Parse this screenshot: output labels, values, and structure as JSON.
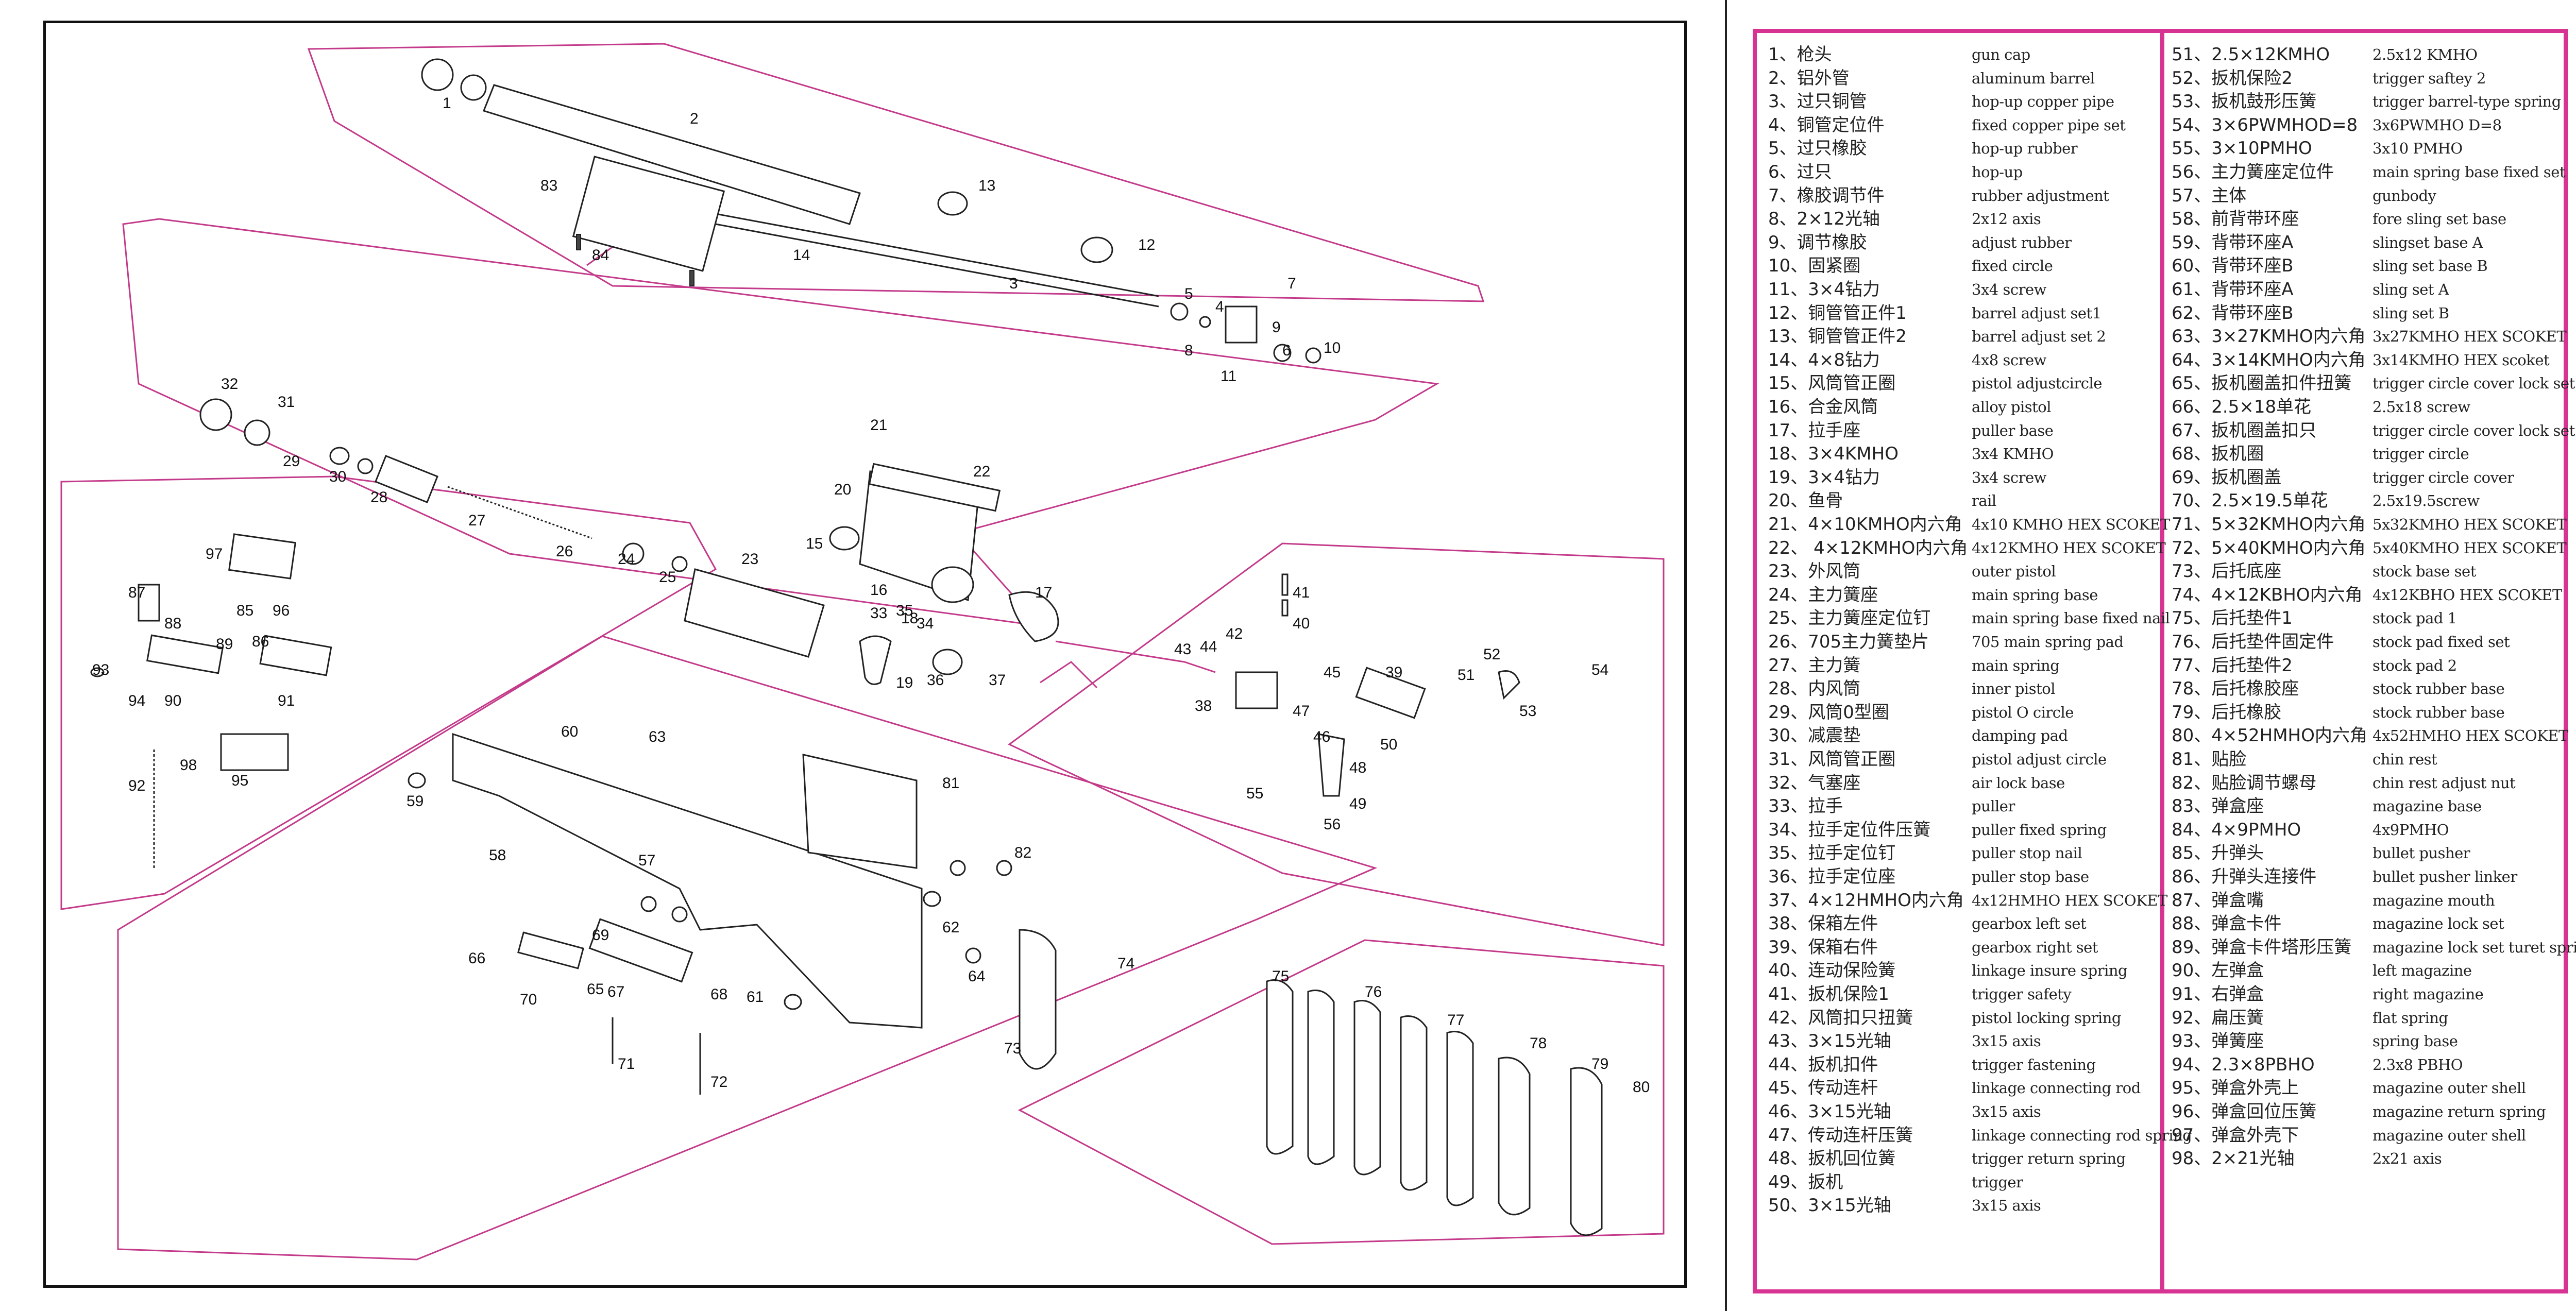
{
  "parts": [
    {
      "num": "1",
      "cn": "1、枪头",
      "en": "gun cap"
    },
    {
      "num": "2",
      "cn": "2、铝外管",
      "en": "aluminum barrel"
    },
    {
      "num": "3",
      "cn": "3、过只铜管",
      "en": "hop-up copper pipe"
    },
    {
      "num": "4",
      "cn": "4、铜管定位件",
      "en": "fixed copper pipe set"
    },
    {
      "num": "5",
      "cn": "5、过只橡胶",
      "en": "hop-up rubber"
    },
    {
      "num": "6",
      "cn": "6、过只",
      "en": "hop-up"
    },
    {
      "num": "7",
      "cn": "7、橡胶调节件",
      "en": "rubber adjustment"
    },
    {
      "num": "8",
      "cn": "8、2×12光轴",
      "en": "2x12 axis"
    },
    {
      "num": "9",
      "cn": "9、调节橡胶",
      "en": "adjust rubber"
    },
    {
      "num": "10",
      "cn": "10、固紧圈",
      "en": "fixed circle"
    },
    {
      "num": "11",
      "cn": "11、3×4钻力",
      "en": "3x4 screw"
    },
    {
      "num": "12",
      "cn": "12、铜管管正件1",
      "en": "barrel adjust set1"
    },
    {
      "num": "13",
      "cn": "13、铜管管正件2",
      "en": "barrel adjust set 2"
    },
    {
      "num": "14",
      "cn": "14、4×8钻力",
      "en": "4x8 screw"
    },
    {
      "num": "15",
      "cn": "15、风筒管正圈",
      "en": "pistol adjustcircle"
    },
    {
      "num": "16",
      "cn": "16、合金风筒",
      "en": "alloy pistol"
    },
    {
      "num": "17",
      "cn": "17、拉手座",
      "en": "puller base"
    },
    {
      "num": "18",
      "cn": "18、3×4KMHO",
      "en": "3x4 KMHO"
    },
    {
      "num": "19",
      "cn": "19、3×4钻力",
      "en": "3x4 screw"
    },
    {
      "num": "20",
      "cn": "20、鱼骨",
      "en": "rail"
    },
    {
      "num": "21",
      "cn": "21、4×10KMHO内六角",
      "en": "4x10 KMHO HEX SCOKET"
    },
    {
      "num": "22",
      "cn": "22、 4×12KMHO内六角",
      "en": "4x12KMHO HEX SCOKET"
    },
    {
      "num": "23",
      "cn": "23、外风筒",
      "en": "outer pistol"
    },
    {
      "num": "24",
      "cn": "24、主力簧座",
      "en": "main spring base"
    },
    {
      "num": "25",
      "cn": "25、主力簧座定位钉",
      "en": "main spring base fixed nail"
    },
    {
      "num": "26",
      "cn": "26、705主力簧垫片",
      "en": "705 main spring pad"
    },
    {
      "num": "27",
      "cn": "27、主力簧",
      "en": "main spring"
    },
    {
      "num": "28",
      "cn": "28、内风筒",
      "en": "inner pistol"
    },
    {
      "num": "29",
      "cn": "29、风筒0型圈",
      "en": "pistol O circle"
    },
    {
      "num": "30",
      "cn": "30、减震垫",
      "en": "damping pad"
    },
    {
      "num": "31",
      "cn": "31、风筒管正圈",
      "en": "pistol adjust circle"
    },
    {
      "num": "32",
      "cn": "32、气塞座",
      "en": "air lock base"
    },
    {
      "num": "33",
      "cn": "33、拉手",
      "en": "puller"
    },
    {
      "num": "34",
      "cn": "34、拉手定位件压簧",
      "en": "puller fixed spring"
    },
    {
      "num": "35",
      "cn": "35、拉手定位钉",
      "en": "puller stop nail"
    },
    {
      "num": "36",
      "cn": "36、拉手定位座",
      "en": "puller stop base"
    },
    {
      "num": "37",
      "cn": "37、4×12HMHO内六角",
      "en": "4x12HMHO HEX SCOKET"
    },
    {
      "num": "38",
      "cn": "38、保箱左件",
      "en": "gearbox left set"
    },
    {
      "num": "39",
      "cn": "39、保箱右件",
      "en": "gearbox right set"
    },
    {
      "num": "40",
      "cn": "40、连动保险簧",
      "en": "linkage insure spring"
    },
    {
      "num": "41",
      "cn": "41、扳机保险1",
      "en": "trigger safety"
    },
    {
      "num": "42",
      "cn": "42、风筒扣只扭簧",
      "en": "pistol locking spring"
    },
    {
      "num": "43",
      "cn": "43、3×15光轴",
      "en": "3x15 axis"
    },
    {
      "num": "44",
      "cn": "44、扳机扣件",
      "en": "trigger fastening"
    },
    {
      "num": "45",
      "cn": "45、传动连杆",
      "en": "linkage connecting rod"
    },
    {
      "num": "46",
      "cn": "46、3×15光轴",
      "en": "3x15 axis"
    },
    {
      "num": "47",
      "cn": "47、传动连杆压簧",
      "en": "linkage connecting rod spring"
    },
    {
      "num": "48",
      "cn": "48、扳机回位簧",
      "en": "trigger return spring"
    },
    {
      "num": "49",
      "cn": "49、扳机",
      "en": "trigger"
    },
    {
      "num": "50",
      "cn": "50、3×15光轴",
      "en": "3x15 axis"
    },
    {
      "num": "51",
      "cn": "51、2.5×12KMHO",
      "en": "2.5x12 KMHO"
    },
    {
      "num": "52",
      "cn": "52、扳机保险2",
      "en": "trigger saftey 2"
    },
    {
      "num": "53",
      "cn": "53、扳机鼓形压簧",
      "en": "trigger barrel-type spring"
    },
    {
      "num": "54",
      "cn": "54、3×6PWMHOD=8",
      "en": "3x6PWMHO D=8"
    },
    {
      "num": "55",
      "cn": "55、3×10PMHO",
      "en": "3x10 PMHO"
    },
    {
      "num": "56",
      "cn": "56、主力簧座定位件",
      "en": "main spring base fixed set"
    },
    {
      "num": "57",
      "cn": "57、主体",
      "en": "gunbody"
    },
    {
      "num": "58",
      "cn": "58、前背带环座",
      "en": "fore sling set base"
    },
    {
      "num": "59",
      "cn": "59、背带环座A",
      "en": "slingset base A"
    },
    {
      "num": "60",
      "cn": "60、背带环座B",
      "en": "sling set base B"
    },
    {
      "num": "61",
      "cn": "61、背带环座A",
      "en": "sling set A"
    },
    {
      "num": "62",
      "cn": "62、背带环座B",
      "en": "sling set B"
    },
    {
      "num": "63",
      "cn": "63、3×27KMHO内六角",
      "en": "3x27KMHO HEX SCOKET"
    },
    {
      "num": "64",
      "cn": "64、3×14KMHO内六角",
      "en": "3x14KMHO HEX scoket"
    },
    {
      "num": "65",
      "cn": "65、扳机圈盖扣件扭簧",
      "en": "trigger circle cover lock set spring"
    },
    {
      "num": "66",
      "cn": "66、2.5×18单花",
      "en": "2.5x18 screw"
    },
    {
      "num": "67",
      "cn": "67、扳机圈盖扣只",
      "en": "trigger circle cover lock set spring"
    },
    {
      "num": "68",
      "cn": "68、扳机圈",
      "en": "trigger circle"
    },
    {
      "num": "69",
      "cn": "69、扳机圈盖",
      "en": "trigger circle cover"
    },
    {
      "num": "70",
      "cn": "70、2.5×19.5单花",
      "en": "2.5x19.5screw"
    },
    {
      "num": "71",
      "cn": "71、5×32KMHO内六角",
      "en": "5x32KMHO HEX SCOKET"
    },
    {
      "num": "72",
      "cn": "72、5×40KMHO内六角",
      "en": "5x40KMHO HEX SCOKET"
    },
    {
      "num": "73",
      "cn": "73、后托底座",
      "en": "stock base set"
    },
    {
      "num": "74",
      "cn": "74、4×12KBHO内六角",
      "en": "4x12KBHO HEX SCOKET"
    },
    {
      "num": "75",
      "cn": "75、后托垫件1",
      "en": "stock pad 1"
    },
    {
      "num": "76",
      "cn": "76、后托垫件固定件",
      "en": "stock pad fixed set"
    },
    {
      "num": "77",
      "cn": "77、后托垫件2",
      "en": "stock pad 2"
    },
    {
      "num": "78",
      "cn": "78、后托橡胶座",
      "en": "stock rubber base"
    },
    {
      "num": "79",
      "cn": "79、后托橡胶",
      "en": "stock rubber base"
    },
    {
      "num": "80",
      "cn": "80、4×52HMHO内六角",
      "en": "4x52HMHO HEX SCOKET"
    },
    {
      "num": "81",
      "cn": "81、贴脸",
      "en": "chin rest"
    },
    {
      "num": "82",
      "cn": "82、贴脸调节螺母",
      "en": "chin rest adjust nut"
    },
    {
      "num": "83",
      "cn": "83、弹盒座",
      "en": "magazine base"
    },
    {
      "num": "84",
      "cn": "84、4×9PMHO",
      "en": "4x9PMHO"
    },
    {
      "num": "85",
      "cn": "85、升弹头",
      "en": "bullet pusher"
    },
    {
      "num": "86",
      "cn": "86、升弹头连接件",
      "en": "bullet pusher linker"
    },
    {
      "num": "87",
      "cn": "87、弹盒嘴",
      "en": "magazine mouth"
    },
    {
      "num": "88",
      "cn": "88、弹盒卡件",
      "en": "magazine lock set"
    },
    {
      "num": "89",
      "cn": "89、弹盒卡件塔形压簧",
      "en": "magazine lock set turet spring"
    },
    {
      "num": "90",
      "cn": "90、左弹盒",
      "en": "left magazine"
    },
    {
      "num": "91",
      "cn": "91、右弹盒",
      "en": "right magazine"
    },
    {
      "num": "92",
      "cn": "92、扁压簧",
      "en": "flat spring"
    },
    {
      "num": "93",
      "cn": "93、弹簧座",
      "en": "spring base"
    },
    {
      "num": "94",
      "cn": "94、2.3×8PBHO",
      "en": "2.3x8 PBHO"
    },
    {
      "num": "95",
      "cn": "95、弹盒外壳上",
      "en": "magazine outer shell"
    },
    {
      "num": "96",
      "cn": "96、弹盒回位压簧",
      "en": "magazine return spring"
    },
    {
      "num": "97",
      "cn": "97、弹盒外壳下",
      "en": "magazine outer shell"
    },
    {
      "num": "98",
      "cn": "98、2×21光轴",
      "en": "2x21 axis"
    }
  ],
  "colors": {
    "accent": "#d63392",
    "guide": "#c43a8a",
    "ink": "#222222"
  }
}
